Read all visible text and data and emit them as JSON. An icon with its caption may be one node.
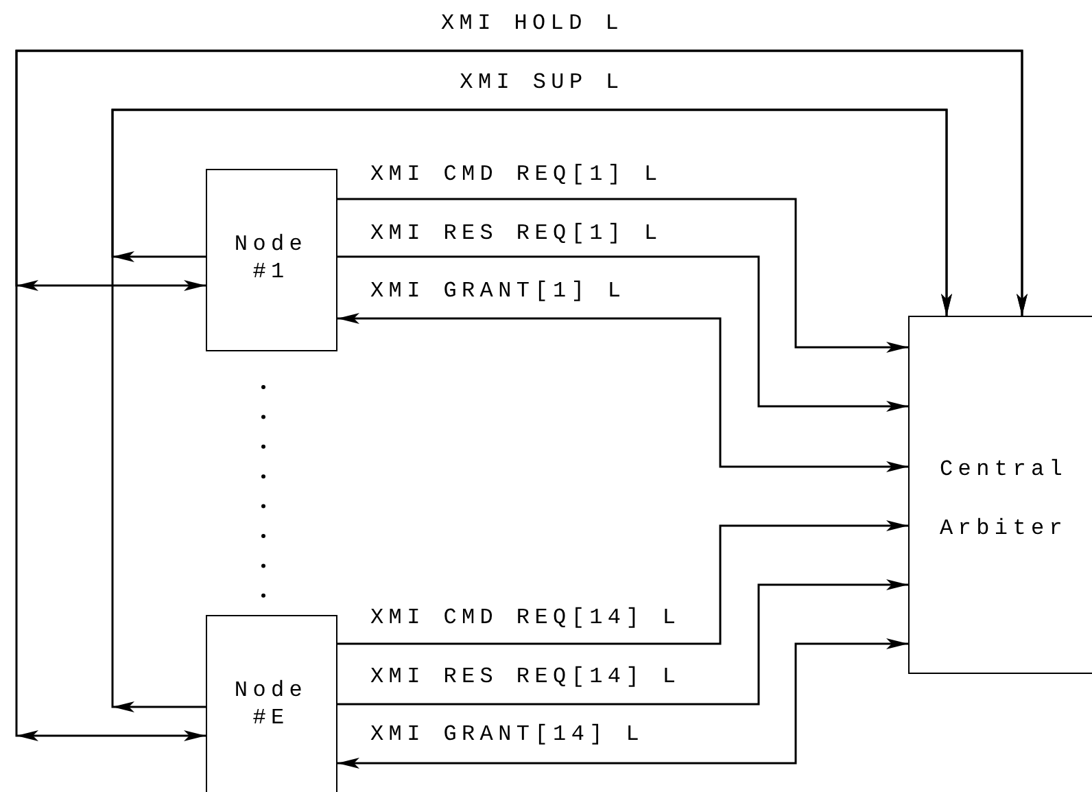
{
  "diagram": {
    "nodes": [
      {
        "text": [
          "Node #1"
        ]
      },
      {
        "text": [
          "Central Arbiter"
        ]
      },
      {
        "text": [
          "Node #E"
        ]
      }
    ],
    "edges": [
      {
        "from": 0,
        "to": 1,
        "arrow": "both",
        "label": "XMI HOLD L"
      },
      {
        "from": 2,
        "to": 1,
        "arrow": "both"
      },
      {
        "from": 0,
        "to": 1,
        "arrow": "to",
        "label": "XMI SUP L"
      },
      {
        "from": 2,
        "to": 1,
        "arrow": "to"
      },
      {
        "from": 0,
        "to": 1,
        "arrow": "to",
        "label": "XMI CMD REQ[1] L"
      },
      {
        "from": 0,
        "to": 1,
        "arrow": "to",
        "label": "XMI RES REQ[1] L"
      },
      {
        "from": 1,
        "to": 0,
        "arrow": "both",
        "label": "XMI GRANT[1] L"
      },
      {
        "from": 2,
        "to": 1,
        "arrow": "to",
        "label": "XMI CMD REQ[14] L"
      },
      {
        "from": 2,
        "to": 1,
        "arrow": "to",
        "label": "XMI RES REQ[14] L"
      },
      {
        "from": 1,
        "to": 2,
        "arrow": "both",
        "label": "XMI GRANT[14] L"
      }
    ]
  }
}
